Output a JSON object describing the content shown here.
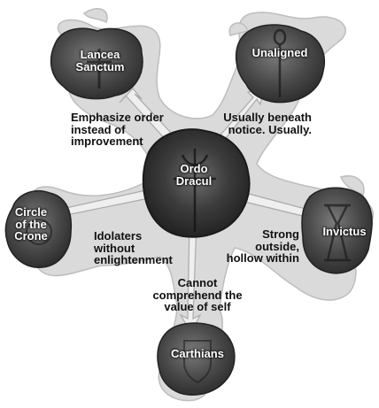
{
  "colors": {
    "background": "#ffffff",
    "splash": "#d9d9d9",
    "splash_edge": "#b8b8b8",
    "badge_dark": "#3a3a3a",
    "badge_mid": "#6a6a6a",
    "center_badge": "#2e2e2e",
    "label_text": "#ffffff",
    "relation_text": "#111111"
  },
  "center": {
    "label_line1": "Ordo",
    "label_line2": "Dracul",
    "icon": "dragon-cross-icon"
  },
  "factions": [
    {
      "id": "lancea-sanctum",
      "label_line1": "Lancea",
      "label_line2": "Sanctum",
      "label_line3": "",
      "icon": "cross-icon",
      "relation_line1": "Emphasize order",
      "relation_line2": "instead of",
      "relation_line3": "improvement"
    },
    {
      "id": "unaligned",
      "label_line1": "Unaligned",
      "label_line2": "",
      "label_line3": "",
      "icon": "ankh-icon",
      "relation_line1": "Usually beneath",
      "relation_line2": "notice. Usually.",
      "relation_line3": ""
    },
    {
      "id": "circle-of-the-crone",
      "label_line1": "Circle",
      "label_line2": "of the",
      "label_line3": "Crone",
      "icon": "crone-icon",
      "relation_line1": "Idolaters",
      "relation_line2": "without",
      "relation_line3": "enlightenment"
    },
    {
      "id": "invictus",
      "label_line1": "Invictus",
      "label_line2": "",
      "label_line3": "",
      "icon": "hourglass-icon",
      "relation_line1": "Strong",
      "relation_line2": "outside,",
      "relation_line3": "hollow within"
    },
    {
      "id": "carthians",
      "label_line1": "Carthians",
      "label_line2": "",
      "label_line3": "",
      "icon": "shield-icon",
      "relation_line1": "Cannot",
      "relation_line2": "comprehend the",
      "relation_line3": "value of self"
    }
  ]
}
